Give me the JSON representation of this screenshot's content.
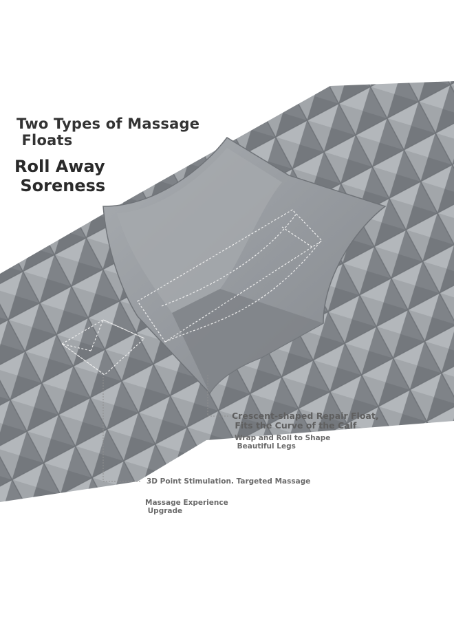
{
  "headline": {
    "line1": "Two Types of Massage\n Floats",
    "line2": "Roll Away\n Soreness"
  },
  "callouts": {
    "crescent_title": "Crescent-shaped Repair Float,\n Fits the Curve of the Calf",
    "crescent_sub": "Wrap and Roll to Shape\n Beautiful Legs",
    "point_title": "3D Point Stimulation. Targeted Massage",
    "point_sub": "Massage Experience\n Upgrade"
  },
  "colors": {
    "roller_base": "#8d9196",
    "roller_light": "#b4b8bc",
    "roller_dark": "#6a6e73",
    "text_dark": "#2a2a2a",
    "callout_text": "#6a6a6a",
    "dashed_line": "#eeeeee"
  },
  "product": {
    "name": "foam massage roller",
    "features": [
      "crescent-shaped-float",
      "pyramid-point-floats"
    ]
  }
}
